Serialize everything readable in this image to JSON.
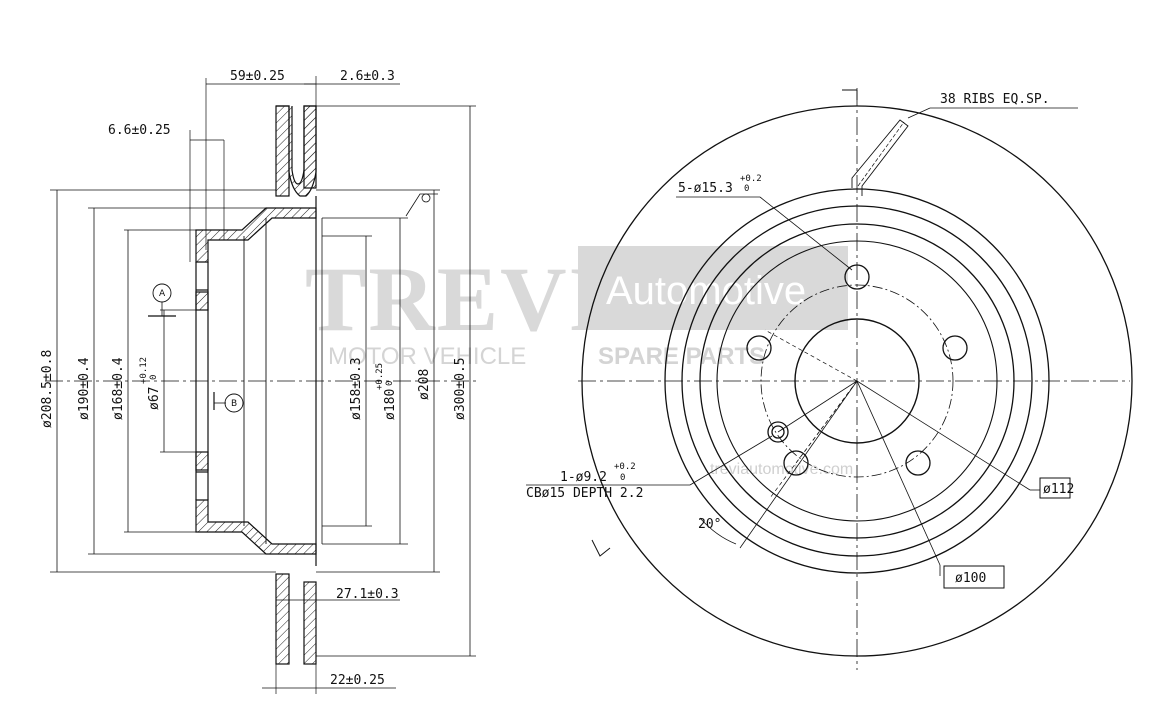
{
  "watermark": {
    "brand": "TREVI",
    "brand_sub": "Automotive",
    "tagline_light": "MOTOR VEHICLE",
    "tagline_bold": "SPARE PARTS",
    "url": "treviautomotive.com"
  },
  "section_view": {
    "dims": {
      "width_59": "59±0.25",
      "t_2_6": "2.6±0.3",
      "t_6_6": "6.6±0.25",
      "d_208_5": "ø208.5±0.8",
      "d_190": "ø190±0.4",
      "d_168": "ø168±0.4",
      "d_67": "ø67",
      "d_67_tol_up": "+0.12",
      "d_67_tol_lo": "0",
      "d_158": "ø158±0.3",
      "d_180": "ø180",
      "d_180_tol_up": "+0.25",
      "d_180_tol_lo": "0",
      "d_208": "ø208",
      "d_300": "ø300±0.5",
      "t_27_1": "27.1±0.3",
      "t_22": "22±0.25"
    },
    "datum_a": "A",
    "datum_b": "B"
  },
  "front_view": {
    "ribs": "38 RIBS EQ.SP.",
    "holes": "5-ø15.3",
    "holes_tol_up": "+0.2",
    "holes_tol_lo": "0",
    "small_hole": "1-ø9.2",
    "small_hole_tol_up": "+0.2",
    "small_hole_tol_lo": "0",
    "counterbore": "CBø15 DEPTH 2.2",
    "angle": "20°",
    "pcd_112": "ø112",
    "pcd_100": "ø100"
  }
}
